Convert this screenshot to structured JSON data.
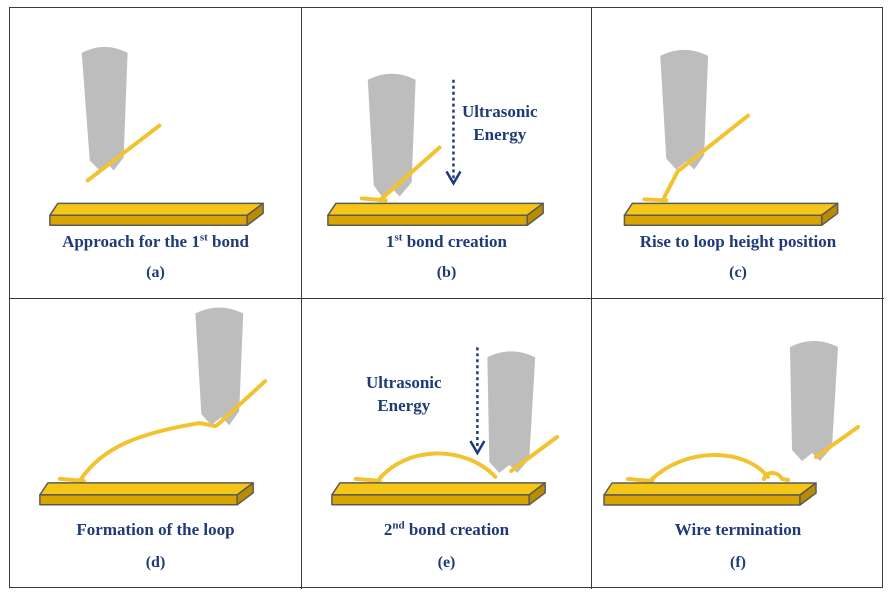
{
  "panels": [
    {
      "id": "a",
      "title_pre": "Approach for the 1",
      "title_sup": "st",
      "title_post": " bond",
      "label": "(a)"
    },
    {
      "id": "b",
      "title_pre": "1",
      "title_sup": "st",
      "title_post": " bond creation",
      "label": "(b)",
      "energy_line1": "Ultrasonic",
      "energy_line2": "Energy"
    },
    {
      "id": "c",
      "title_pre": "Rise to loop height position",
      "title_sup": "",
      "title_post": "",
      "label": "(c)"
    },
    {
      "id": "d",
      "title_pre": "Formation of the loop",
      "title_sup": "",
      "title_post": "",
      "label": "(d)"
    },
    {
      "id": "e",
      "title_pre": "2",
      "title_sup": "nd",
      "title_post": " bond creation",
      "label": "(e)",
      "energy_line1": "Ultrasonic",
      "energy_line2": "Energy"
    },
    {
      "id": "f",
      "title_pre": "Wire termination",
      "title_sup": "",
      "title_post": "",
      "label": "(f)"
    }
  ],
  "colors": {
    "caption": "#1f3a78",
    "pad_top": "#f5c518",
    "pad_front": "#d9a400",
    "pad_edge": "#5a5a5a",
    "wire": "#f2c230",
    "tool": "#bdbdbd",
    "arrow": "#1f3a78"
  }
}
